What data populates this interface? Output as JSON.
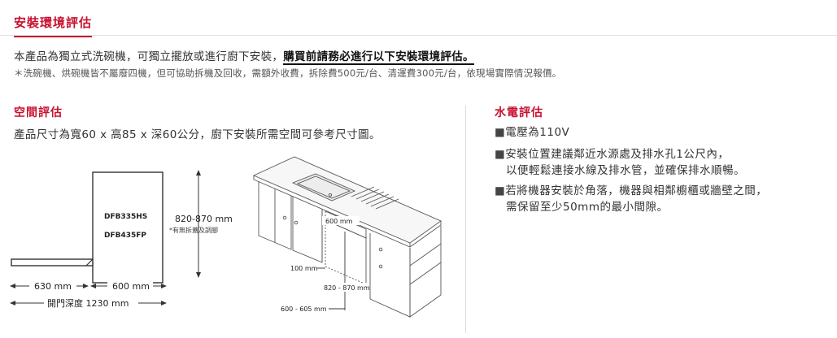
{
  "section_title": "安裝環境評估",
  "intro": {
    "prefix": "本產品為獨立式洗碗機，可獨立擺放或進行廚下安裝，",
    "emphasis": "購買前請務必進行以下安裝環境評估。"
  },
  "note": "＊洗碗機、烘碗機皆不屬廢四機，但可協助拆機及回收，需額外收費，拆除費500元/台、清運費300元/台，依現場實際情況報價。",
  "space": {
    "heading": "空間評估",
    "desc": "產品尺寸為寬60 x 高85 x 深60公分，廚下安裝所需空間可參考尺寸圖。",
    "model1": "DFB335HS",
    "model2": "DFB435FP",
    "height_label": "820-870 mm",
    "height_note": "*有無拆蓋及調腳",
    "dim_630": "630 mm",
    "dim_600": "600 mm",
    "dim_door": "開門深度 1230 mm",
    "iso_600": "600 mm",
    "iso_100": "100 mm",
    "iso_820": "820 - 870 mm",
    "iso_600_605": "600 - 605 mm"
  },
  "utility": {
    "heading": "水電評估",
    "bullet_mark": "■",
    "b1": "電壓為110V",
    "b2_l1": "安裝位置建議鄰近水源處及排水孔1公尺內，",
    "b2_l2": "以便輕鬆連接水線及排水管，並確保排水順暢。",
    "b3_l1": "若將機器安裝於角落，機器與相鄰櫥櫃或牆壁之間，",
    "b3_l2": "需保留至少50mm的最小間隙。"
  }
}
